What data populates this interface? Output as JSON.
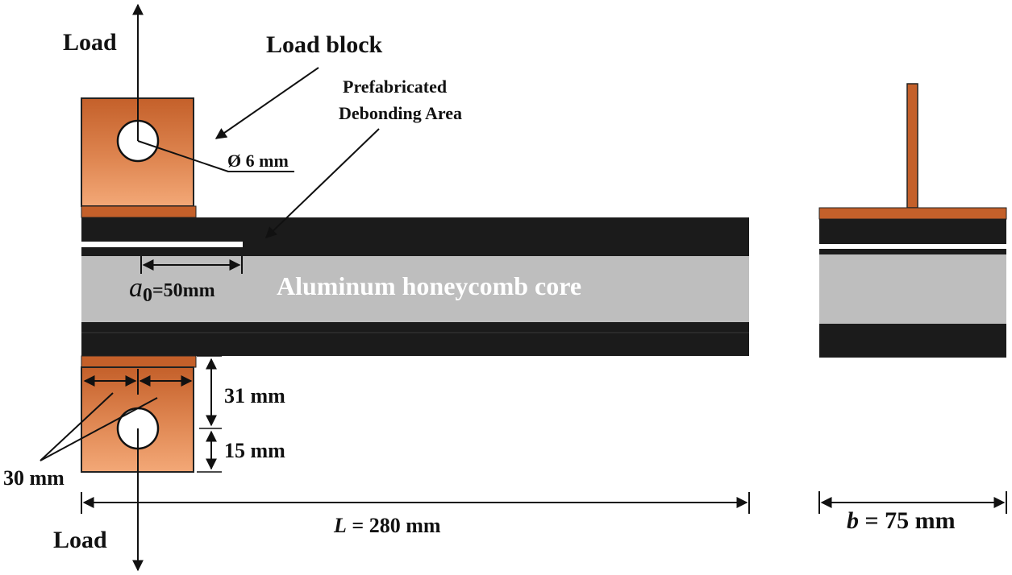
{
  "labels": {
    "load_top": "Load",
    "load_bottom": "Load",
    "load_block": "Load block",
    "prefab_line1": "Prefabricated",
    "prefab_line2": "Debonding Area",
    "hole_diameter": "Ø 6 mm",
    "core": "Aluminum honeycomb core",
    "a0_symbol": "a",
    "a0_subscript": "0",
    "a0_value": "=50mm",
    "dim_31": "31 mm",
    "dim_15": "15 mm",
    "dim_30": "30 mm",
    "length_symbol": "L",
    "length_value": " = 280 mm",
    "width_symbol": "b",
    "width_value": " = 75 mm"
  },
  "colors": {
    "block_orange_dark": "#C4602A",
    "block_orange_light": "#F3A877",
    "face_sheet": "#1b1b1b",
    "core_grey": "#BEBEBE",
    "debond_white": "#ffffff",
    "line": "#111111"
  }
}
